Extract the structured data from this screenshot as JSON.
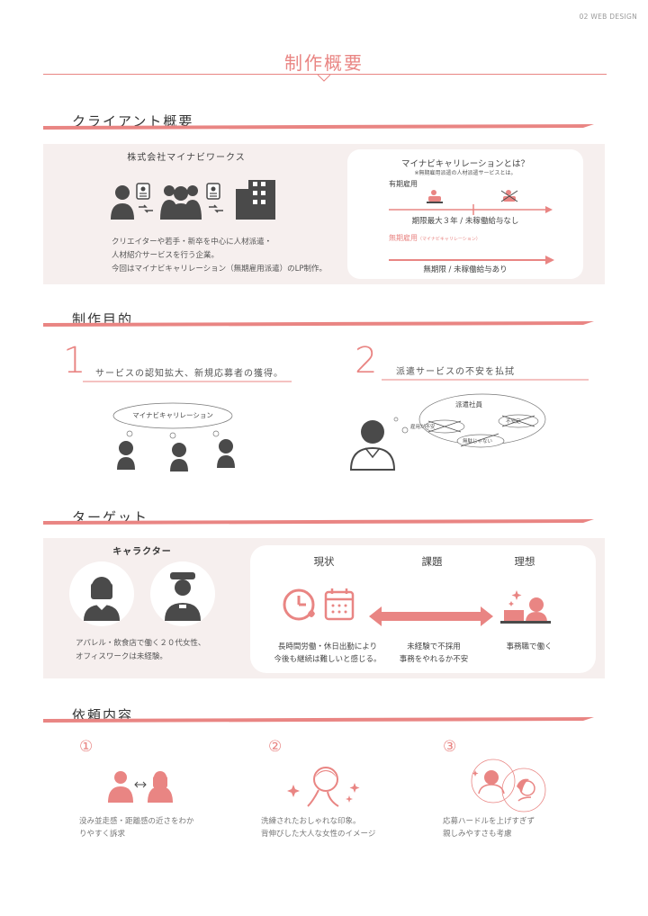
{
  "header": {
    "tag": "02 WEB DESIGN"
  },
  "page_title": "制作概要",
  "client": {
    "section_title": "クライアント概要",
    "company": "株式会社マイナビワークス",
    "description": [
      "クリエイターや若手・新卒を中心に人材派遣・",
      "人材紹介サービスを行う企業。",
      "今回はマイナビキャリレーション（無期雇用派遣）のLP制作。"
    ],
    "info_card": {
      "title": "マイナビキャリレーションとは？",
      "note": "※無期雇用派遣の人材派遣サービスとは。",
      "fixed_label": "有期雇用",
      "fixed_desc": "期限最大３年 / 未稼働給与なし",
      "indefinite_label": "無期雇用",
      "indefinite_sub": "（マイナビキャリレーション）",
      "indefinite_desc": "無期限 / 未稼働給与あり"
    }
  },
  "purpose": {
    "section_title": "制作目的",
    "items": [
      {
        "num": "1",
        "text": "サービスの認知拡大、新規応募者の獲得。",
        "bubble": "マイナビキャリレーション"
      },
      {
        "num": "2",
        "text": "派遣サービスの不安を払拭",
        "bubble_title": "派遣社員",
        "bubble_words": [
          "雇用が不安",
          "不安定",
          "無駄じゃない"
        ]
      }
    ]
  },
  "target": {
    "section_title": "ターゲット",
    "character_title": "キャラクター",
    "character_desc": [
      "アパレル・飲食店で働く２０代女性、",
      "オフィスワークは未経験。"
    ],
    "columns": [
      {
        "title": "現状",
        "desc": [
          "長時間労働・休日出勤により",
          "今後も継続は難しいと感じる。"
        ]
      },
      {
        "title": "課題",
        "desc": [
          "未経験で不採用",
          "事務をやれるか不安"
        ]
      },
      {
        "title": "理想",
        "desc": [
          "事務職で働く"
        ]
      }
    ]
  },
  "request": {
    "section_title": "依頼内容",
    "items": [
      {
        "num": "①",
        "desc": [
          "没み並走感・距離感の近さをわか",
          "りやすく訴求"
        ]
      },
      {
        "num": "②",
        "desc": [
          "洗練されたおしゃれな印象。",
          "背伸びした大人な女性のイメージ"
        ]
      },
      {
        "num": "③",
        "desc": [
          "応募ハードルを上げすぎず",
          "親しみやすさも考慮"
        ]
      }
    ]
  },
  "colors": {
    "accent": "#e98583",
    "panel": "#f6efee",
    "dark": "#4a4a4a"
  }
}
